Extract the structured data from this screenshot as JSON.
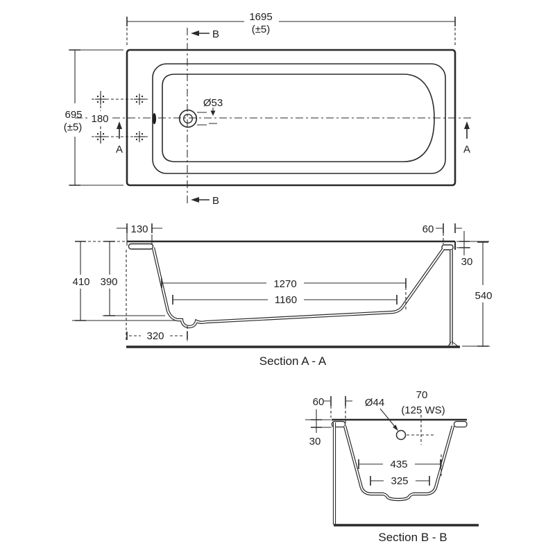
{
  "colors": {
    "ink": "#2a2a2a",
    "background": "#ffffff"
  },
  "plan": {
    "length": "1695",
    "length_tolerance": "(±5)",
    "width": "695",
    "width_tolerance": "(±5)",
    "grip_hole_spacing": "180",
    "waste_diameter": "Ø53",
    "section_a_marker": "A",
    "section_b_marker": "B"
  },
  "section_aa": {
    "label": "Section A - A",
    "rim_width_left": "130",
    "rim_width_right": "60",
    "rim_drop_right": "30",
    "depth_overall": "410",
    "depth_internal": "390",
    "bottom_length_upper": "1270",
    "bottom_length_lower": "1160",
    "waste_offset": "320",
    "height_overall": "540"
  },
  "section_bb": {
    "label": "Section B - B",
    "rim_width": "60",
    "rim_drop": "30",
    "overflow_diameter": "Ø44",
    "overflow_offset": "70",
    "overflow_note": "(125 WS)",
    "bottom_width_upper": "435",
    "bottom_width_lower": "325"
  }
}
